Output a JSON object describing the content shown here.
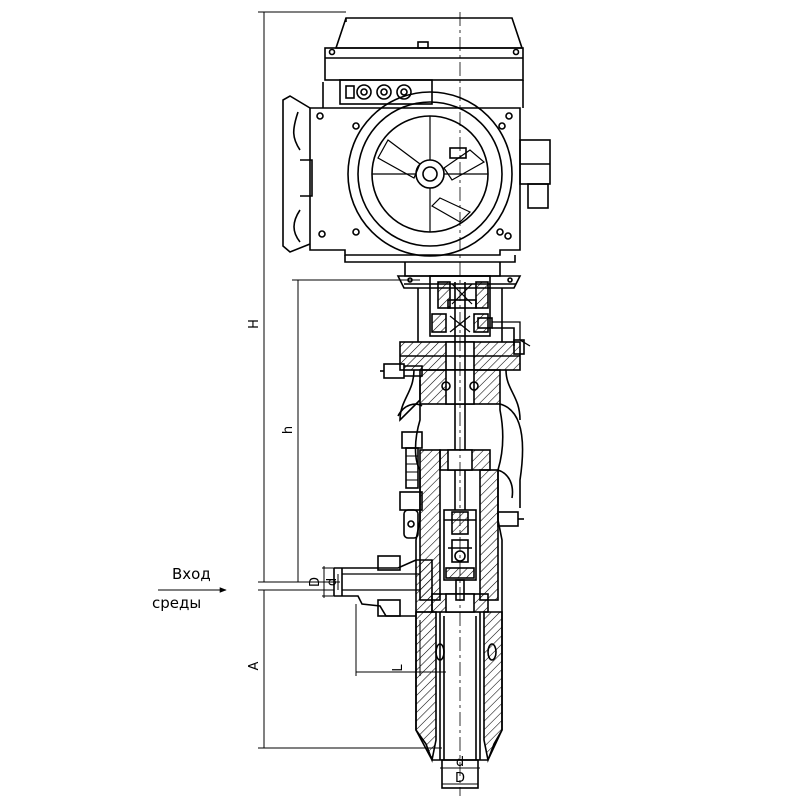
{
  "annotations": {
    "flow_line1": "Вход",
    "flow_line2": "среды"
  },
  "dimensions": {
    "H": "H",
    "h": "h",
    "A": "A",
    "L": "L",
    "D_inlet": "D",
    "d_inlet": "d",
    "D_outlet": "D",
    "d_outlet": "d"
  },
  "colors": {
    "line": "#000000",
    "background": "#ffffff"
  }
}
